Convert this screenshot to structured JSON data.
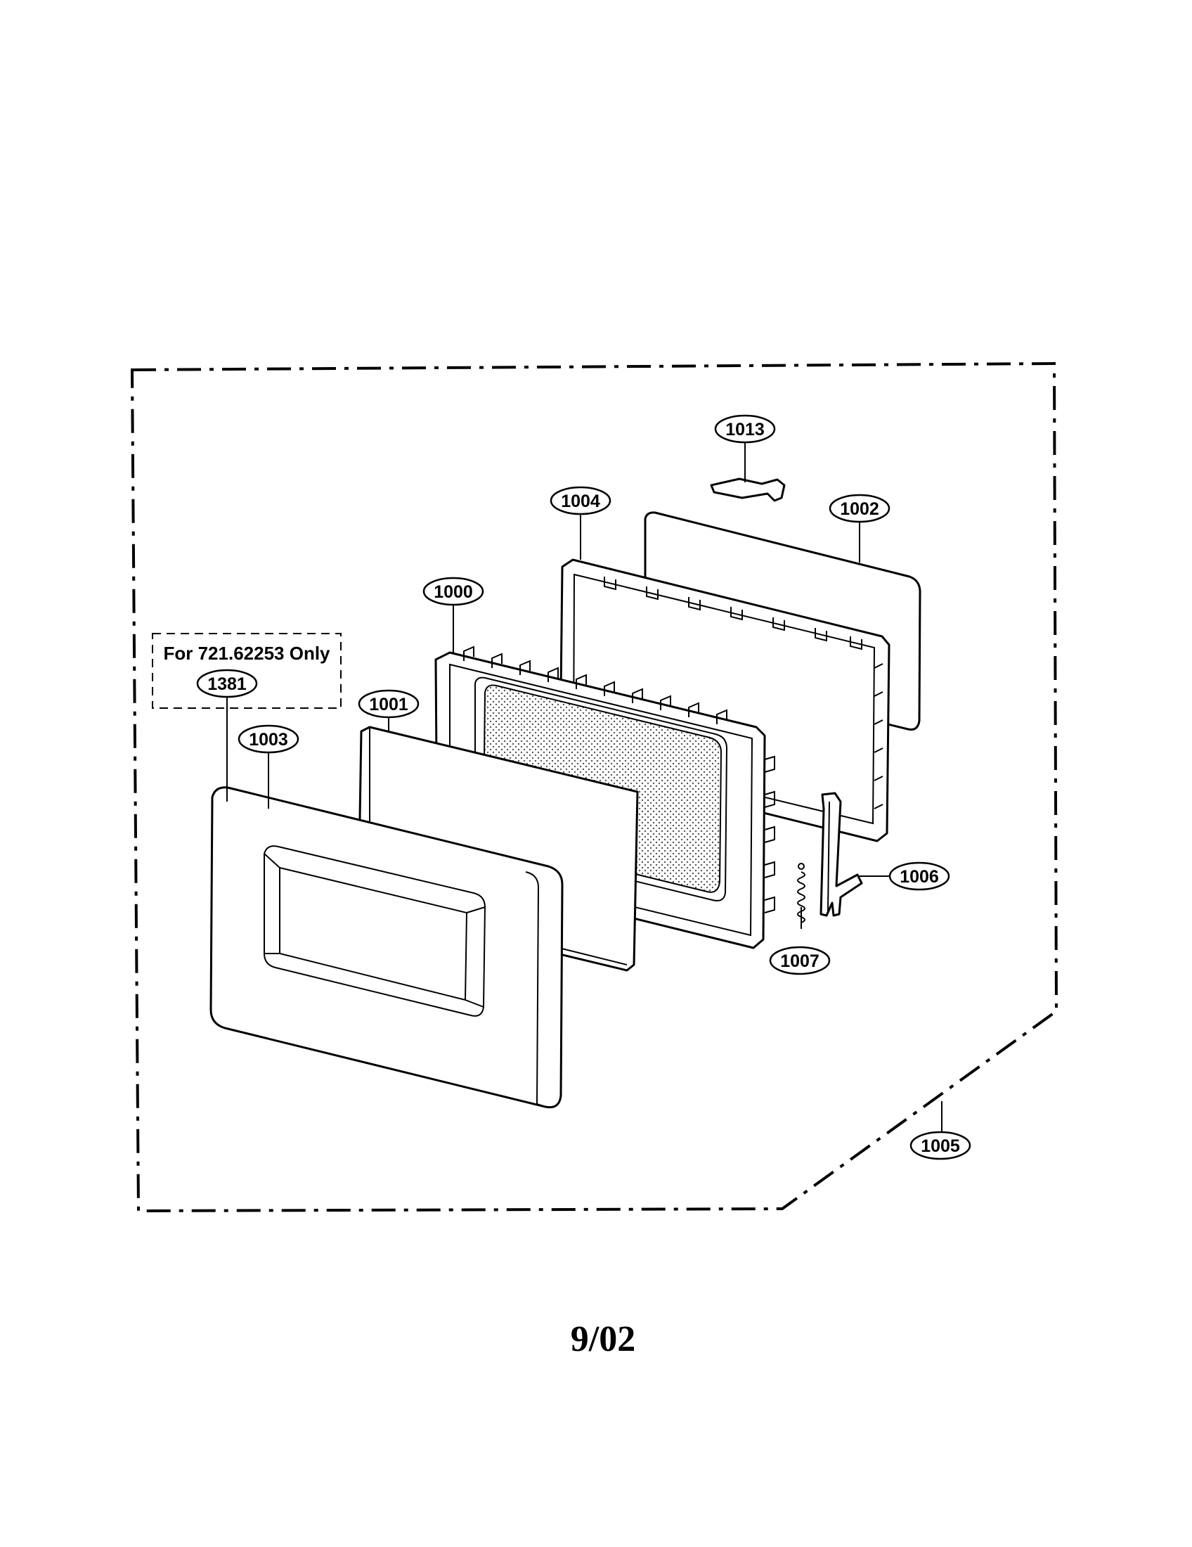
{
  "diagram": {
    "note": "For 721.62253 Only",
    "date": "9/02",
    "parts": {
      "p1000": "1000",
      "p1001": "1001",
      "p1002": "1002",
      "p1003": "1003",
      "p1004": "1004",
      "p1005": "1005",
      "p1006": "1006",
      "p1007": "1007",
      "p1013": "1013",
      "p1381": "1381"
    }
  }
}
